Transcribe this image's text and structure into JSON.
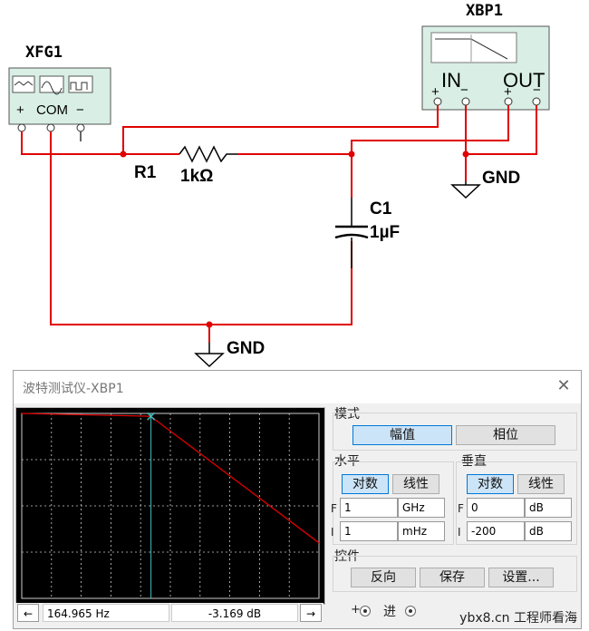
{
  "schematic": {
    "fg_name": "XFG1",
    "fg_terminals": {
      "plus": "+",
      "com": "COM",
      "minus": "−"
    },
    "bp_name": "XBP1",
    "bp_in": "IN",
    "bp_out": "OUT",
    "bp_plus": "+",
    "bp_minus": "−",
    "r1_name": "R1",
    "r1_value": "1kΩ",
    "c1_name": "C1",
    "c1_value": "1µF",
    "gnd_label_right": "GND",
    "gnd_label_bottom": "GND",
    "wire_color": "#e00000"
  },
  "bode_window": {
    "title": "波特测试仪-XBP1",
    "close": "✕",
    "mode": {
      "label": "模式",
      "magnitude": "幅值",
      "phase": "相位"
    },
    "horizontal": {
      "label": "水平",
      "log": "对数",
      "linear": "线性",
      "f_label": "F",
      "f_value": "1",
      "f_unit": "GHz",
      "i_label": "I",
      "i_value": "1",
      "i_unit": "mHz"
    },
    "vertical": {
      "label": "垂直",
      "log": "对数",
      "linear": "线性",
      "f_label": "F",
      "f_value": "0",
      "f_unit": "dB",
      "i_label": "I",
      "i_value": "-200",
      "i_unit": "dB"
    },
    "controls": {
      "label": "控件",
      "reverse": "反向",
      "save": "保存",
      "settings": "设置..."
    },
    "readout": {
      "left_arrow": "←",
      "right_arrow": "→",
      "frequency": "164.965  Hz",
      "gain": "-3.169 dB"
    },
    "terminals": {
      "in_plus": "+",
      "in_label": "进",
      "watermark": "ybx8.cn  工程师看海"
    }
  },
  "chart_data": {
    "type": "line",
    "title": "",
    "xlabel": "",
    "ylabel": "",
    "x_scale": "log",
    "x_range_hz": [
      0.001,
      1000000000
    ],
    "y_range_db": [
      -200,
      0
    ],
    "grid": true,
    "cursor_frequency_hz": 164.965,
    "cursor_gain_db": -3.169,
    "series": [
      {
        "x": [
          0.001,
          159,
          1000000000
        ],
        "y": [
          0,
          -3,
          -140
        ]
      }
    ],
    "colors": {
      "trace": "#e00000",
      "cursor": "#40c0c0",
      "background": "#000000",
      "grid": "#cccccc"
    }
  }
}
